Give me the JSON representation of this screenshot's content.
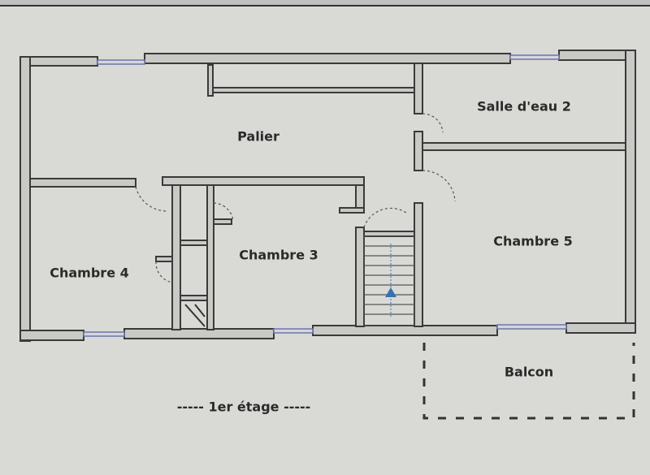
{
  "plan": {
    "floor_label": "----- 1er étage -----",
    "rooms": [
      {
        "id": "palier",
        "label": "Palier"
      },
      {
        "id": "salle-eau-2",
        "label": "Salle d'eau 2"
      },
      {
        "id": "chambre-4",
        "label": "Chambre 4"
      },
      {
        "id": "chambre-3",
        "label": "Chambre 3"
      },
      {
        "id": "chambre-5",
        "label": "Chambre 5"
      },
      {
        "id": "balcon",
        "label": "Balcon"
      }
    ],
    "colors": {
      "wall": "#c9cac6",
      "outline": "#3a3a3a",
      "window": "#6f74a8",
      "stair_arrow": "#3a6fb0",
      "paper": "#d9dad6"
    }
  }
}
